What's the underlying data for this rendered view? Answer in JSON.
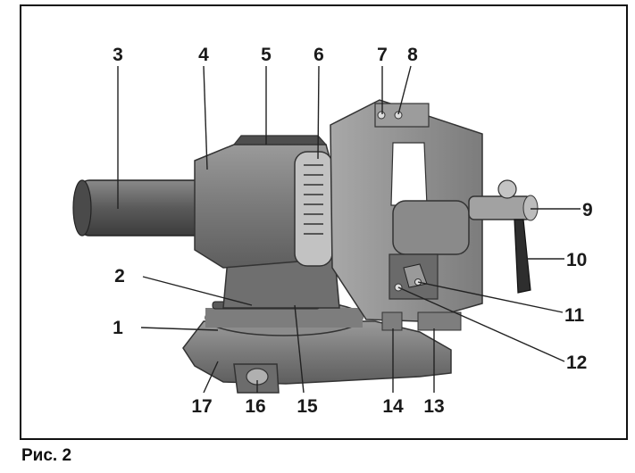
{
  "figure": {
    "caption": "Рис. 2",
    "callouts": [
      "1",
      "2",
      "3",
      "4",
      "5",
      "6",
      "7",
      "8",
      "9",
      "10",
      "11",
      "12",
      "13",
      "14",
      "15",
      "16",
      "17"
    ]
  },
  "colors": {
    "metal_dark": "#6e6e6e",
    "metal_mid": "#8f8f8f",
    "metal_light": "#b8b8b8",
    "line": "#222222"
  }
}
